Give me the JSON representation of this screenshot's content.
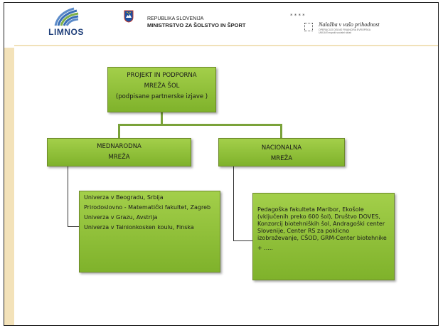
{
  "header": {
    "limnos_logo": "LIMNOS",
    "ministry_line1": "REPUBLIKA SLOVENIJA",
    "ministry_line2": "MINISTRSTVO ZA ŠOLSTVO IN ŠPORT",
    "eu_slogan": "Naložba v vašo prihodnost",
    "eu_subtext": "OPERACIJO DELNO FINANCIRA EVROPSKA UNIJA Evropski socialni sklad"
  },
  "diagram": {
    "root": {
      "line1": "PROJEKT IN PODPORNA",
      "line2": "MREŽA ŠOL",
      "line3": "(podpisane partnerske izjave )"
    },
    "left_branch": {
      "line1": "MEDNARODNA",
      "line2": "MREŽA"
    },
    "right_branch": {
      "line1": "NACIONALNA",
      "line2": "MREŽA"
    },
    "international_members": [
      "Univerza v Beogradu, Srbija",
      "Prirodoslovno - Matematički fakultet, Zagreb",
      "Univerza v Grazu, Avstrija",
      "Univerza v Tainionkosken koulu, Finska"
    ],
    "national_members": [
      "Pedagoška fakulteta Maribor, Ekošole (vključenih preko 600 šol), Društvo DOVES, Konzorcij biotehniških šol, Andragoški center Slovenije, Center RS za poklicno izobraževanje, CŠOD, GRM-Center biotehnike",
      "+ ....."
    ]
  },
  "colors": {
    "box_fill": "#8fc03a",
    "connector": "#7aa23a",
    "stripe": "#f3e2b9"
  }
}
